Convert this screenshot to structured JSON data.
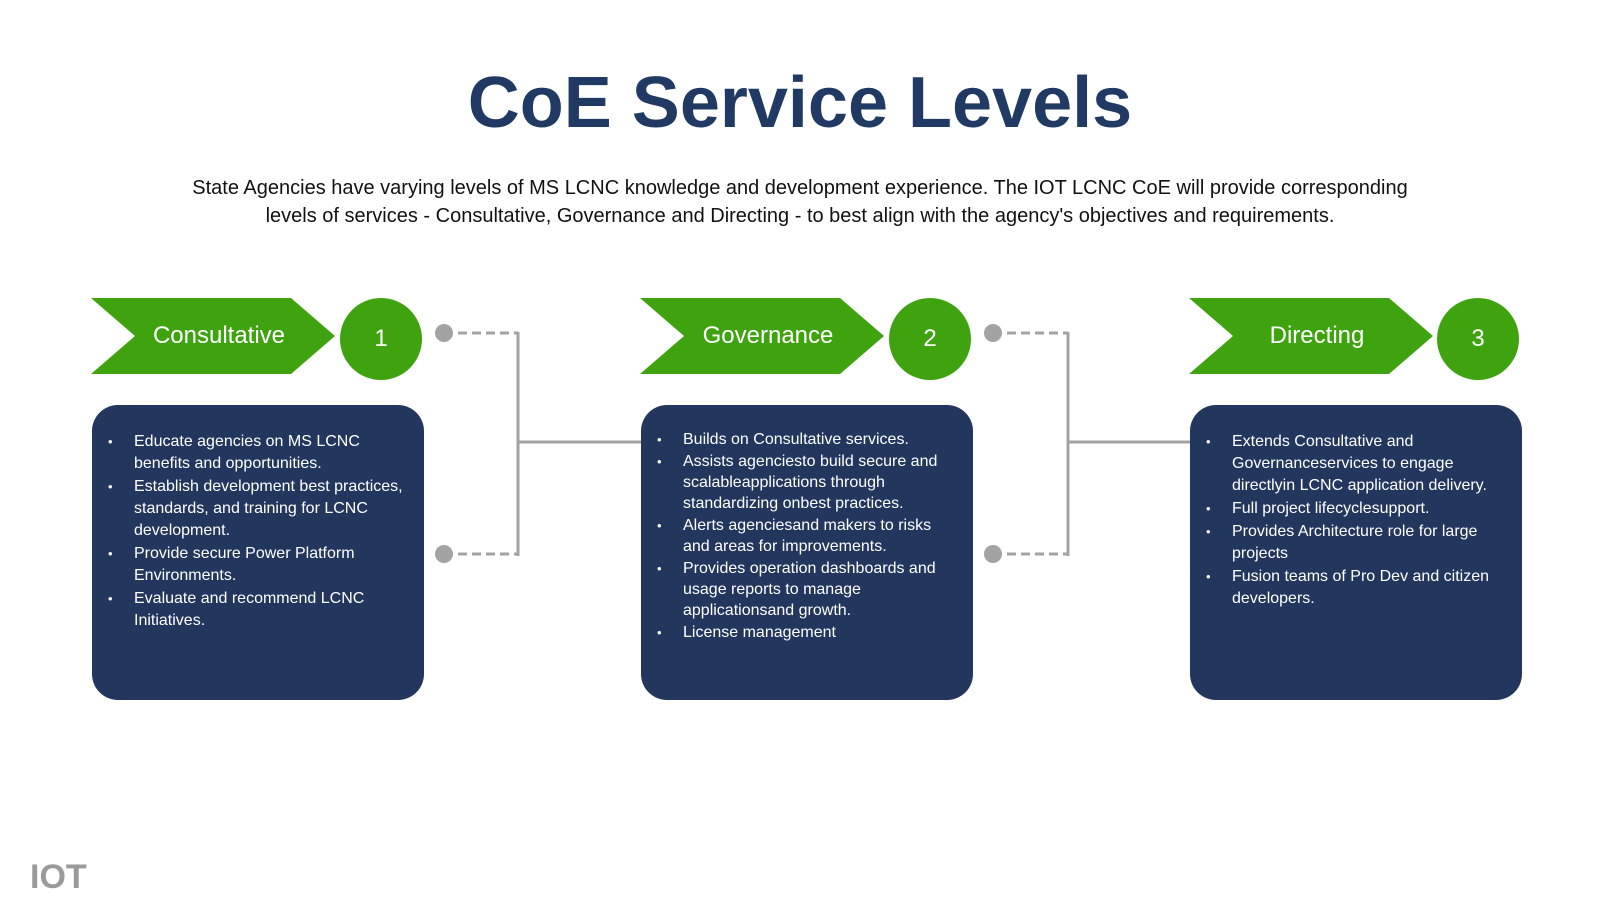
{
  "title": "CoE Service Levels",
  "subtitle": {
    "line1": "State Agencies have varying   levels of MS LCNC knowledge and  development experience. The IOT LCNC  CoE will provide corresponding",
    "line2": "levels of services  - Consultative, Governance and Directing -  to best align with the agency's objectives and requirements."
  },
  "levels": [
    {
      "label": "Consultative",
      "number": "1",
      "bullets": [
        "Educate agencies on MS LCNC benefits and opportunities.",
        "Establish development best practices, standards, and training for LCNC development.",
        "Provide secure Power Platform Environments.",
        "Evaluate and recommend LCNC Initiatives."
      ]
    },
    {
      "label": "Governance",
      "number": "2",
      "bullets": [
        "Builds on Consultative services.",
        "Assists agenciesto build secure and scalableapplications through standardizing onbest practices.",
        "Alerts agenciesand makers to risks and areas for improvements.",
        "Provides operation dashboards and usage reports to manage applicationsand growth.",
        "License management"
      ]
    },
    {
      "label": "Directing",
      "number": "3",
      "bullets": [
        "Extends Consultative and Governanceservices to engage directlyin  LCNC  application delivery.",
        "Full project lifecyclesupport.",
        "Provides Architecture role for large projects",
        "Fusion teams of Pro Dev and citizen developers."
      ]
    }
  ],
  "logo": "IOT",
  "colors": {
    "title": "#213a63",
    "green": "#3fa30f",
    "navy": "#23365e",
    "connector": "#a3a3a3"
  }
}
